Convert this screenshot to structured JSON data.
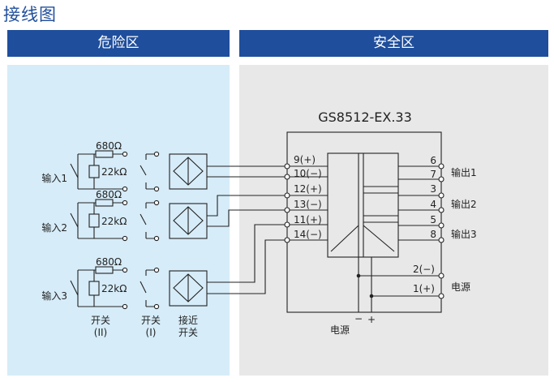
{
  "title": "接线图",
  "zones": {
    "hazardous": "危险区",
    "safe": "安全区"
  },
  "model": "GS8512-EX.33",
  "inputs": [
    {
      "label": "输入1",
      "r1": "680Ω",
      "r2": "22kΩ"
    },
    {
      "label": "输入2",
      "r1": "680Ω",
      "r2": "22kΩ"
    },
    {
      "label": "输入3",
      "r1": "680Ω",
      "r2": "22kΩ"
    }
  ],
  "in_terminals": [
    "9(+)",
    "10(−)",
    "12(+)",
    "13(−)",
    "11(+)",
    "14(−)"
  ],
  "out_terminals": [
    "6",
    "7",
    "3",
    "4",
    "5",
    "8"
  ],
  "outputs": [
    "输出1",
    "输出2",
    "输出3"
  ],
  "power_terminals": [
    "2(−)",
    "1(+)"
  ],
  "power_label": "电源",
  "bottom_power": {
    "minus": "−",
    "plus": "+",
    "label": "电源"
  },
  "captions": {
    "switch2": [
      "开关",
      "(II)"
    ],
    "switch1": [
      "开关",
      "(I)"
    ],
    "prox": [
      "接近",
      "开关"
    ]
  }
}
